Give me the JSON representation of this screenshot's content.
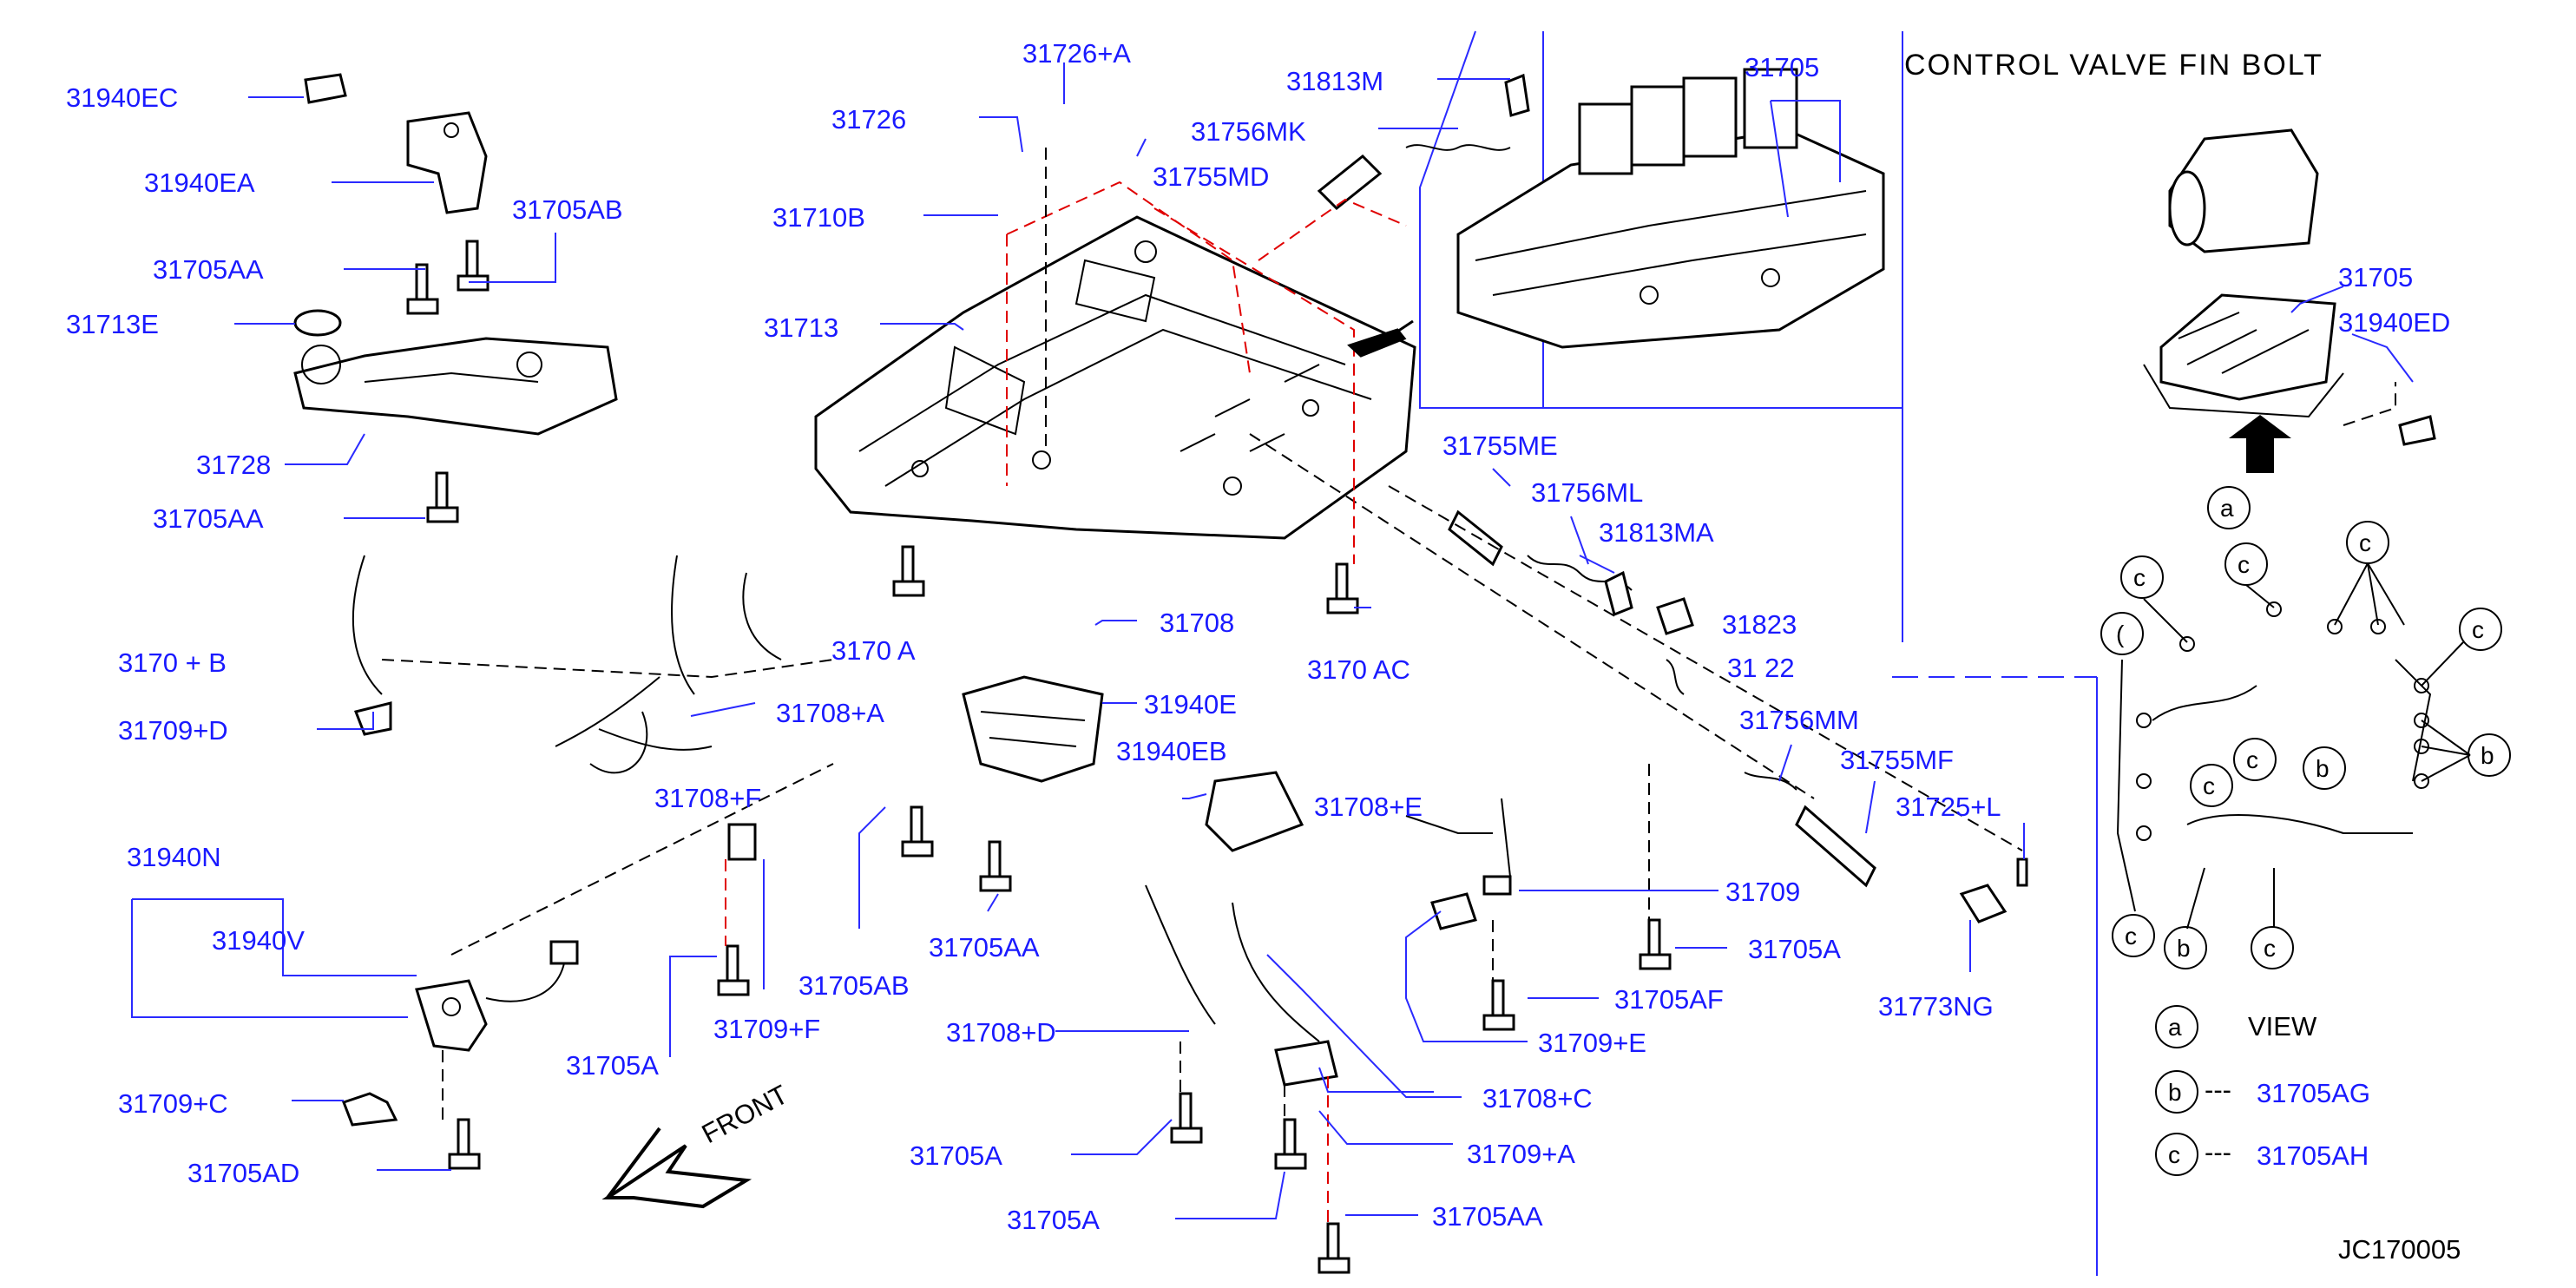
{
  "labels": {
    "l31940EC": "31940EC",
    "l31940EA": "31940EA",
    "l31705AB_top": "31705AB",
    "l31705AA_a": "31705AA",
    "l31713E": "31713E",
    "l31728": "31728",
    "l31705AA_b": "31705AA",
    "l31708B": "3170 + B",
    "l31709D": "31709+D",
    "l31708A_partial": "3170 A",
    "l31708A": "31708+A",
    "l31708F": "31708+F",
    "l31940N": "31940N",
    "l31940V": "31940V",
    "l31705A_l": "31705A",
    "l31709F": "31709+F",
    "l31709C": "31709+C",
    "l31705AD": "31705AD",
    "l31726A": "31726+A",
    "l31726": "31726",
    "l31755MD": "31755MD",
    "l31710B": "31710B",
    "l31713": "31713",
    "l31708": "31708",
    "l31940E": "31940E",
    "l31940EB": "31940EB",
    "l31705AB_b": "31705AB",
    "l31705AA_c": "31705AA",
    "l31708D": "31708+D",
    "l31705A_b1": "31705A",
    "l31705A_b2": "31705A",
    "l31813M": "31813M",
    "l31756MK": "31756MK",
    "l31705_box": "31705",
    "l31755ME": "31755ME",
    "l31756ML": "31756ML",
    "l31813MA": "31813MA",
    "l31705AC": "3170 AC",
    "l31823": "31823",
    "l31822": "31 22",
    "l31756MM": "31756MM",
    "l31755MF": "31755MF",
    "l31725L": "31725+L",
    "l31708E": "31708+E",
    "l31709": "31709",
    "l31705A_r": "31705A",
    "l31705AF": "31705AF",
    "l31709E": "31709+E",
    "l31708C": "31708+C",
    "l31709A": "31709+A",
    "l31705AA_d": "31705AA",
    "l31773NG": "31773NG",
    "l31705_r": "31705",
    "l31940ED": "31940ED",
    "l31705AG": "31705AG",
    "l31705AH": "31705AH"
  },
  "header_title": "CONTROL   VALVE   FIN   BOLT",
  "front_label": "FRONT",
  "view_label": "VIEW",
  "diagram_code": "JC170005",
  "markers": {
    "a": "a",
    "b": "b",
    "c": "c",
    "partial": "("
  },
  "legend_dashes": "---",
  "colors": {
    "label": "#1a1aff",
    "leader": "#2a2aff",
    "red_dash": "#e00000",
    "ink": "#000000"
  },
  "icons": [
    "front-arrow-icon",
    "view-arrow-icon",
    "pointer-arrow-icon"
  ]
}
